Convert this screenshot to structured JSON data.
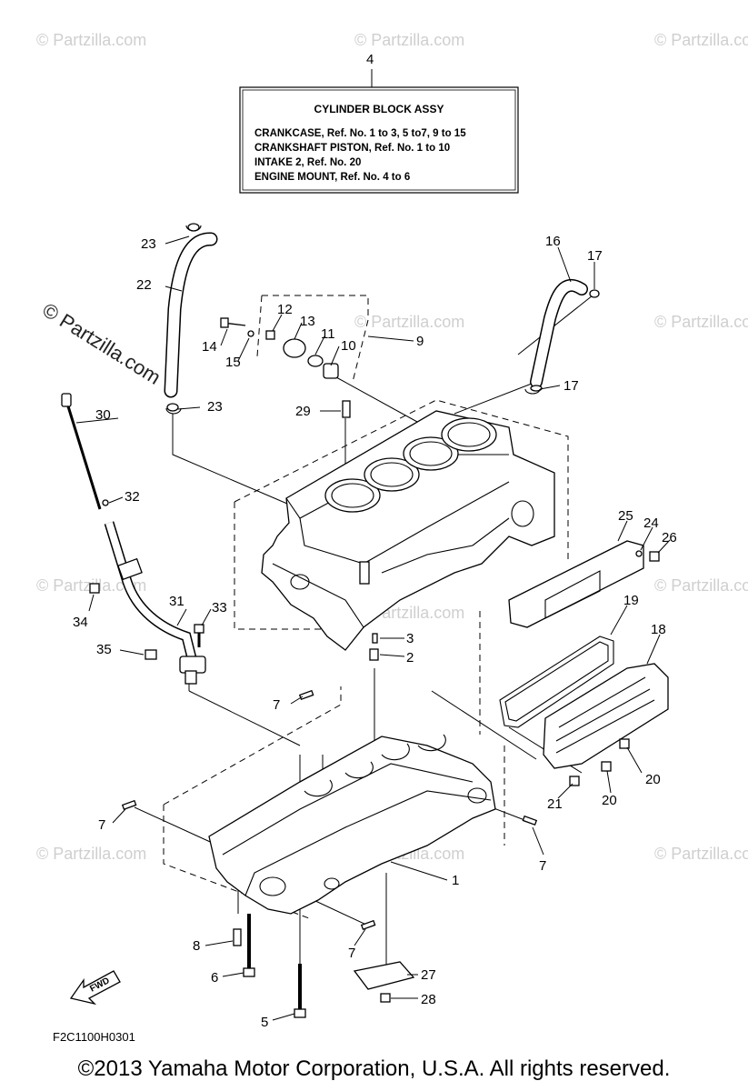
{
  "assembly_box": {
    "ref": "4",
    "title": "CYLINDER BLOCK ASSY",
    "lines": [
      "CRANKCASE,  Ref. No. 1 to 3, 5 to7, 9 to 15",
      "CRANKSHAFT PISTON,  Ref. No. 1 to 10",
      "INTAKE 2,  Ref. No. 20",
      "ENGINE MOUNT,  Ref. No. 4 to 6"
    ]
  },
  "callouts": {
    "c1": "1",
    "c2": "2",
    "c3": "3",
    "c5": "5",
    "c6": "6",
    "c7a": "7",
    "c7b": "7",
    "c7c": "7",
    "c7d": "7",
    "c8": "8",
    "c9": "9",
    "c10": "10",
    "c11": "11",
    "c12": "12",
    "c13": "13",
    "c14": "14",
    "c15": "15",
    "c16": "16",
    "c17a": "17",
    "c17b": "17",
    "c18": "18",
    "c19": "19",
    "c20a": "20",
    "c20b": "20",
    "c21": "21",
    "c22": "22",
    "c23a": "23",
    "c23b": "23",
    "c24": "24",
    "c25": "25",
    "c26": "26",
    "c27": "27",
    "c28": "28",
    "c29": "29",
    "c30": "30",
    "c31": "31",
    "c32": "32",
    "c33": "33",
    "c34": "34",
    "c35": "35"
  },
  "fwd_label": "FWD",
  "diagram_code": "F2C1100H0301",
  "watermark": "© Partzilla.com",
  "watermark_small": "© Partzilla.com",
  "copyright": "©2013  Yamaha Motor Corporation, U.S.A. All rights reserved."
}
